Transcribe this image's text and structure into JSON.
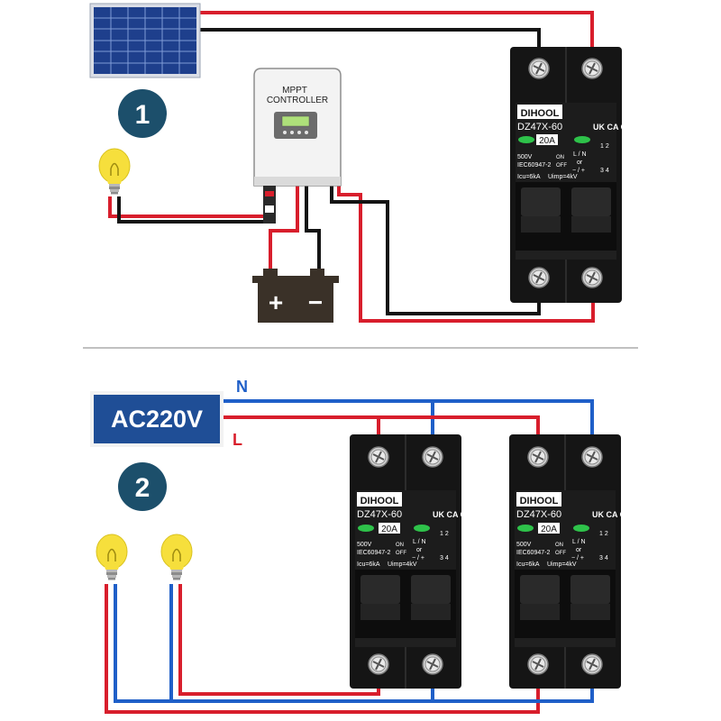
{
  "section1": {
    "badge_number": "1",
    "controller": {
      "title_line1": "MPPT",
      "title_line2": "CONTROLLER"
    },
    "breaker": {
      "brand": "DIHOOL",
      "model": "DZ47X-60",
      "rating": "20A",
      "voltage": "500V",
      "standard": "IEC60947-2",
      "on_label": "ON",
      "off_label": "OFF",
      "icu": "Icu=6kA",
      "uimp": "Uimp=4kV",
      "ln": "L / N",
      "or": "or",
      "poles": "− / +",
      "terminals_top": "1 2",
      "terminals_bottom": "3 4",
      "marks": "UK CA  CE"
    },
    "battery_plus": "+",
    "battery_minus": "−"
  },
  "section2": {
    "badge_number": "2",
    "source_label": "AC220V",
    "neutral_label": "N",
    "line_label": "L",
    "breakers": [
      {
        "brand": "DIHOOL",
        "model": "DZ47X-60",
        "rating": "20A",
        "voltage": "500V",
        "standard": "IEC60947-2",
        "on_label": "ON",
        "off_label": "OFF",
        "icu": "Icu=6kA",
        "uimp": "Uimp=4kV",
        "ln": "L / N",
        "or": "or",
        "poles": "− / +",
        "terminals_top": "1 2",
        "terminals_bottom": "3 4",
        "marks": "UK CA  CE"
      },
      {
        "brand": "DIHOOL",
        "model": "DZ47X-60",
        "rating": "20A",
        "voltage": "500V",
        "standard": "IEC60947-2",
        "on_label": "ON",
        "off_label": "OFF",
        "icu": "Icu=6kA",
        "uimp": "Uimp=4kV",
        "ln": "L / N",
        "or": "or",
        "poles": "− / +",
        "terminals_top": "1 2",
        "terminals_bottom": "3 4",
        "marks": "UK CA  CE"
      }
    ]
  },
  "colors": {
    "wire_positive": "#d81e2c",
    "wire_negative": "#141414",
    "wire_neutral": "#1f5fc8",
    "badge": "#1c4f6b",
    "source_box": "#1f4e96",
    "breaker_body": "#151515",
    "indicator": "#2ec24a",
    "bulb": "#f6df3c"
  },
  "icons": [
    "solar-panel-icon",
    "light-bulb-icon",
    "battery-icon",
    "mppt-controller-icon",
    "circuit-breaker-icon"
  ]
}
